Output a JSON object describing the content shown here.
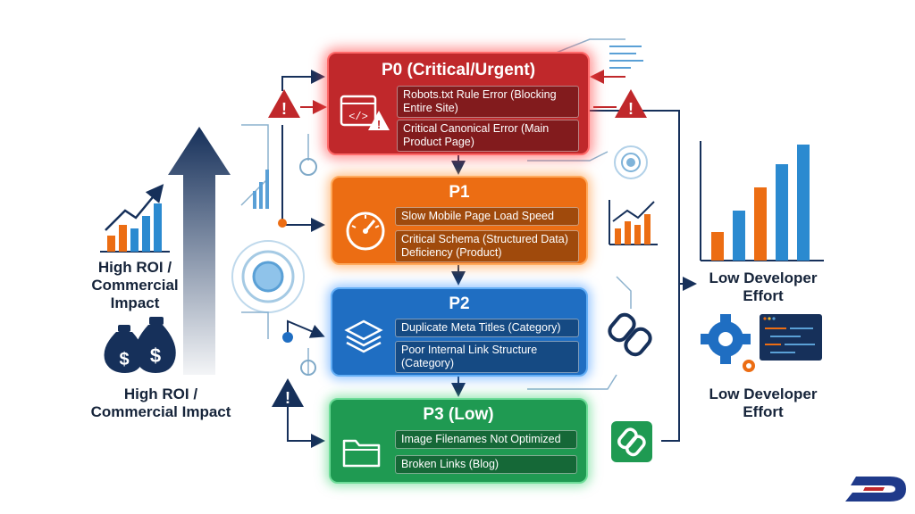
{
  "priorities": [
    {
      "id": "p0",
      "title": "P0 (Critical/Urgent)",
      "color": "#c0282b",
      "icon": "browser-code-warning-icon",
      "items": [
        "Robots.txt Rule Error (Blocking Entire Site)",
        "Critical Canonical Error (Main Product Page)"
      ]
    },
    {
      "id": "p1",
      "title": "P1",
      "color": "#ec6d13",
      "icon": "speedometer-icon",
      "items": [
        "Slow Mobile Page Load Speed",
        "Critical Schema (Structured Data) Deficiency (Product)"
      ]
    },
    {
      "id": "p2",
      "title": "P2",
      "color": "#1f6ec2",
      "icon": "layers-icon",
      "items": [
        "Duplicate Meta Titles (Category)",
        "Poor Internal Link Structure (Category)"
      ]
    },
    {
      "id": "p3",
      "title": "P3 (Low)",
      "color": "#1f9a52",
      "icon": "folder-icon",
      "items": [
        "Image Filenames Not Optimized",
        "Broken Links (Blog)"
      ]
    }
  ],
  "left": {
    "label_top": "High ROI / Commercial Impact",
    "label_bottom": "High ROI / Commercial Impact",
    "icons": [
      "bar-chart-arrow-icon",
      "money-bags-icon",
      "up-arrow-icon"
    ]
  },
  "right": {
    "label_top": "Low Developer Effort",
    "label_bottom": "Low Developer Effort",
    "icons": [
      "bar-chart-icon",
      "gear-code-icon"
    ]
  },
  "colors": {
    "navy": "#16305a",
    "red": "#c0282b",
    "orange": "#ec6d13",
    "blue": "#1f6ec2",
    "green": "#1f9a52"
  }
}
